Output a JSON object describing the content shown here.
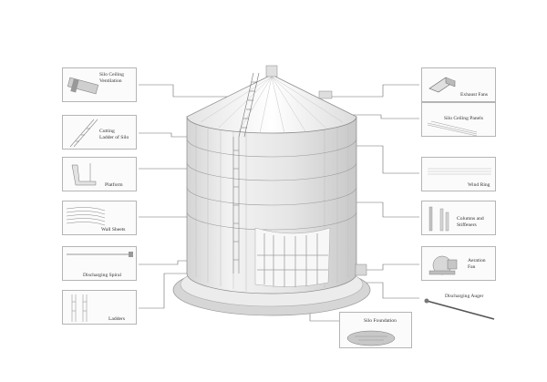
{
  "labels": {
    "ceiling_ventilation": [
      "Silo Ceiling",
      "Ventilation"
    ],
    "cutting_ladder": [
      "Cutting",
      "Ladder of Silo"
    ],
    "platform": "Platform",
    "wall_sheets": "Wall Sheets",
    "discharging_spiral": "Discharging Spiral",
    "ladders": "Ladders",
    "exhaust_fans": "Exhaust Fans",
    "ceiling_panels": "Silo Ceiling Panels",
    "wind_ring": "Wind Ring",
    "columns_stiffeners": [
      "Columns and",
      "Stiffeners"
    ],
    "aeration_fan": [
      "Aeration",
      "Fan"
    ],
    "discharging_auger": "Discharging Auger",
    "foundation": "Silo Foundation"
  }
}
